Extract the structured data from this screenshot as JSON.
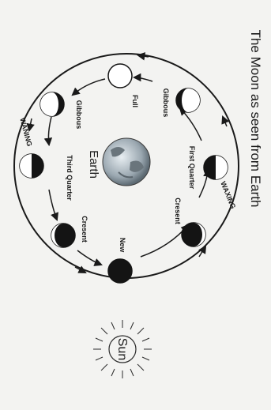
{
  "title": "The Moon as seen from Earth",
  "center_label": "Earth",
  "sun_label": "Sun",
  "arc_labels": {
    "waxing": "WAXING",
    "waning": "WANING"
  },
  "phases": [
    {
      "id": "new",
      "label": "New"
    },
    {
      "id": "waxing-crescent",
      "label": "Cresent"
    },
    {
      "id": "first-quarter",
      "label": "First Quarter"
    },
    {
      "id": "waxing-gibbous",
      "label": "Gibbous"
    },
    {
      "id": "full",
      "label": "Full"
    },
    {
      "id": "waning-gibbous",
      "label": "Gibbous"
    },
    {
      "id": "third-quarter",
      "label": "Third Quarter"
    },
    {
      "id": "waning-crescent",
      "label": "Cresent"
    }
  ]
}
